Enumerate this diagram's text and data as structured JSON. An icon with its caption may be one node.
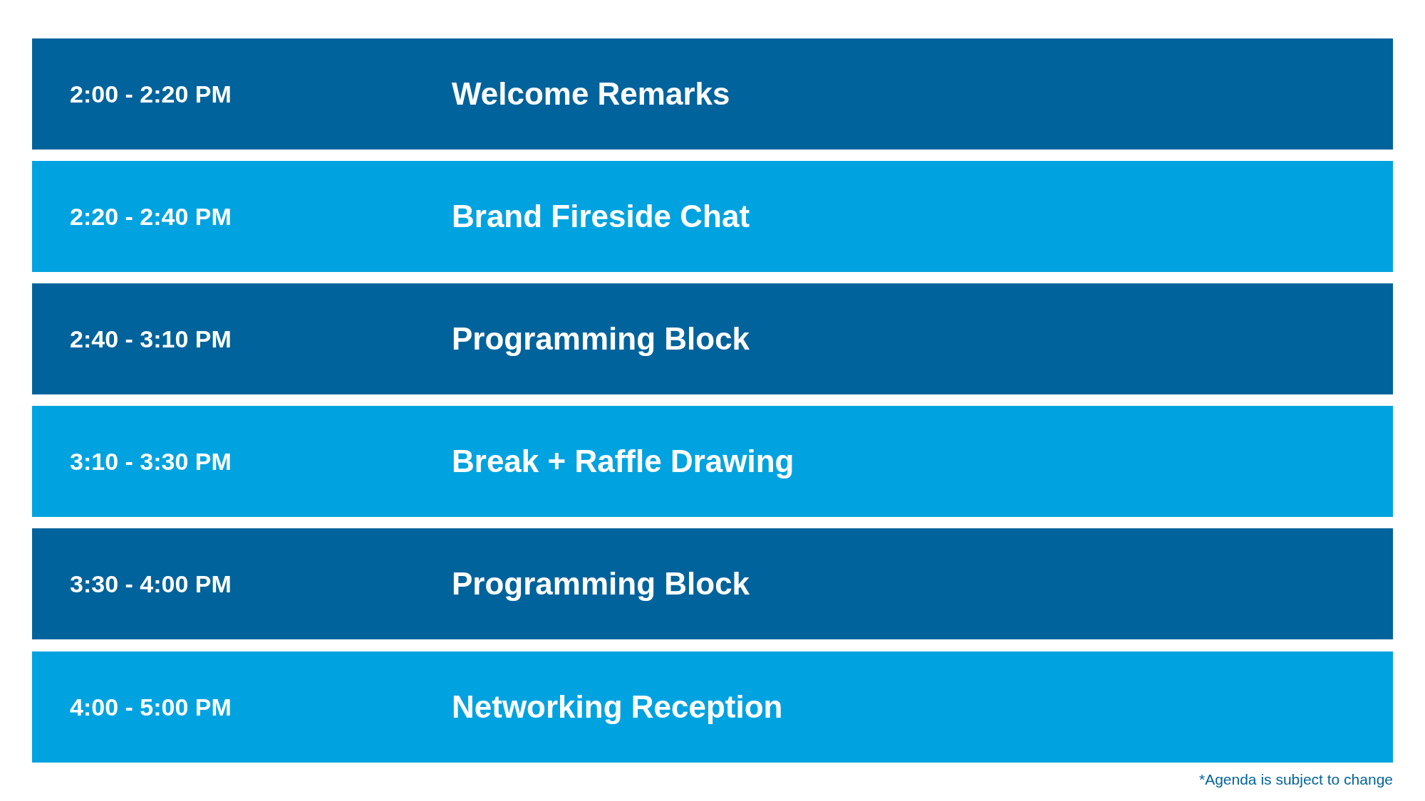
{
  "diagram": {
    "nodes": [
      {
        "text": [
          "2:00 - 2:20 PM",
          "Welcome Remarks"
        ]
      },
      {
        "text": [
          "2:20 - 2:40 PM",
          "Brand Fireside Chat"
        ]
      },
      {
        "text": [
          "2:40 - 3:10 PM",
          "Programming Block"
        ]
      },
      {
        "text": [
          "3:10 - 3:30 PM",
          "Break + Raffle Drawing"
        ]
      },
      {
        "text": [
          "3:30 - 4:00 PM",
          "Programming Block"
        ]
      },
      {
        "text": [
          "4:00 - 5:00 PM",
          "Networking Reception"
        ]
      }
    ],
    "labels": [
      "*Agenda is subject to change"
    ]
  }
}
